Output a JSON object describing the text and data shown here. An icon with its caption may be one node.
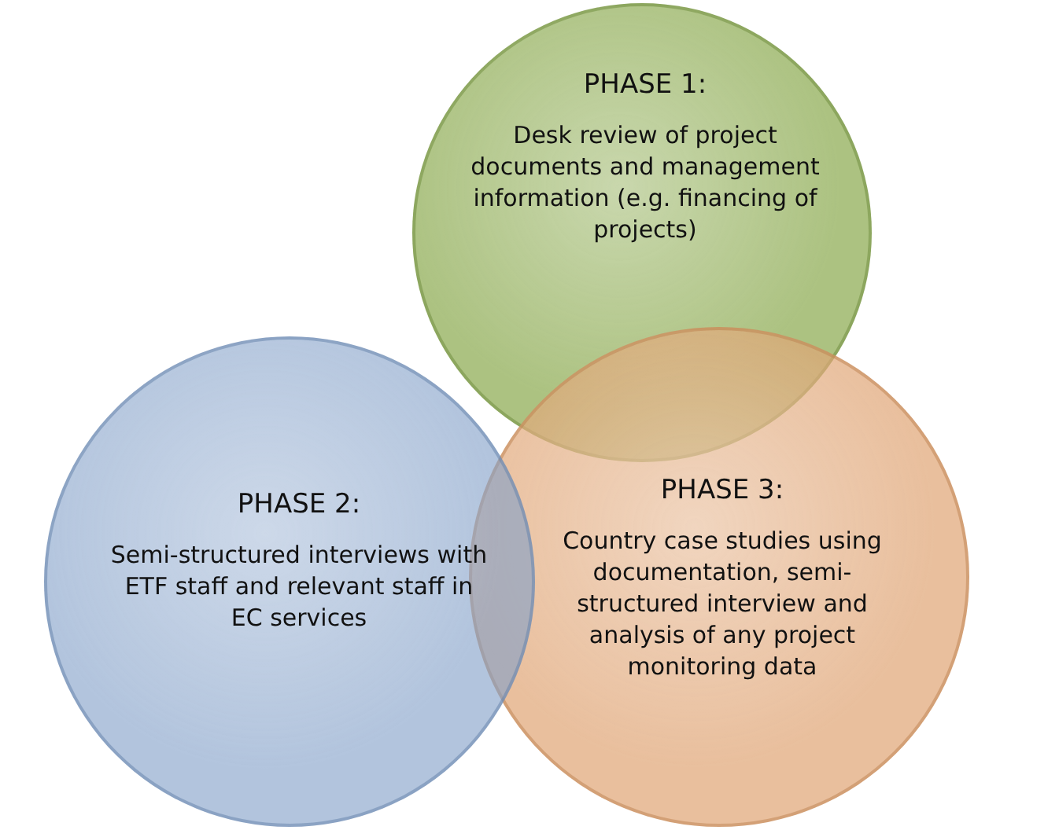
{
  "diagram": {
    "nodes": [
      {
        "text": [
          "PHASE 1:",
          "Desk review of project documents and management information (e.g. financing of projects)"
        ]
      },
      {
        "text": [
          "PHASE 2:",
          "Semi-structured interviews with  ETF staff and  relevant staff in EC services"
        ]
      },
      {
        "text": [
          "PHASE 3:",
          "Country case studies using documentation, semi-structured interview and analysis of any project monitoring data"
        ]
      }
    ]
  }
}
